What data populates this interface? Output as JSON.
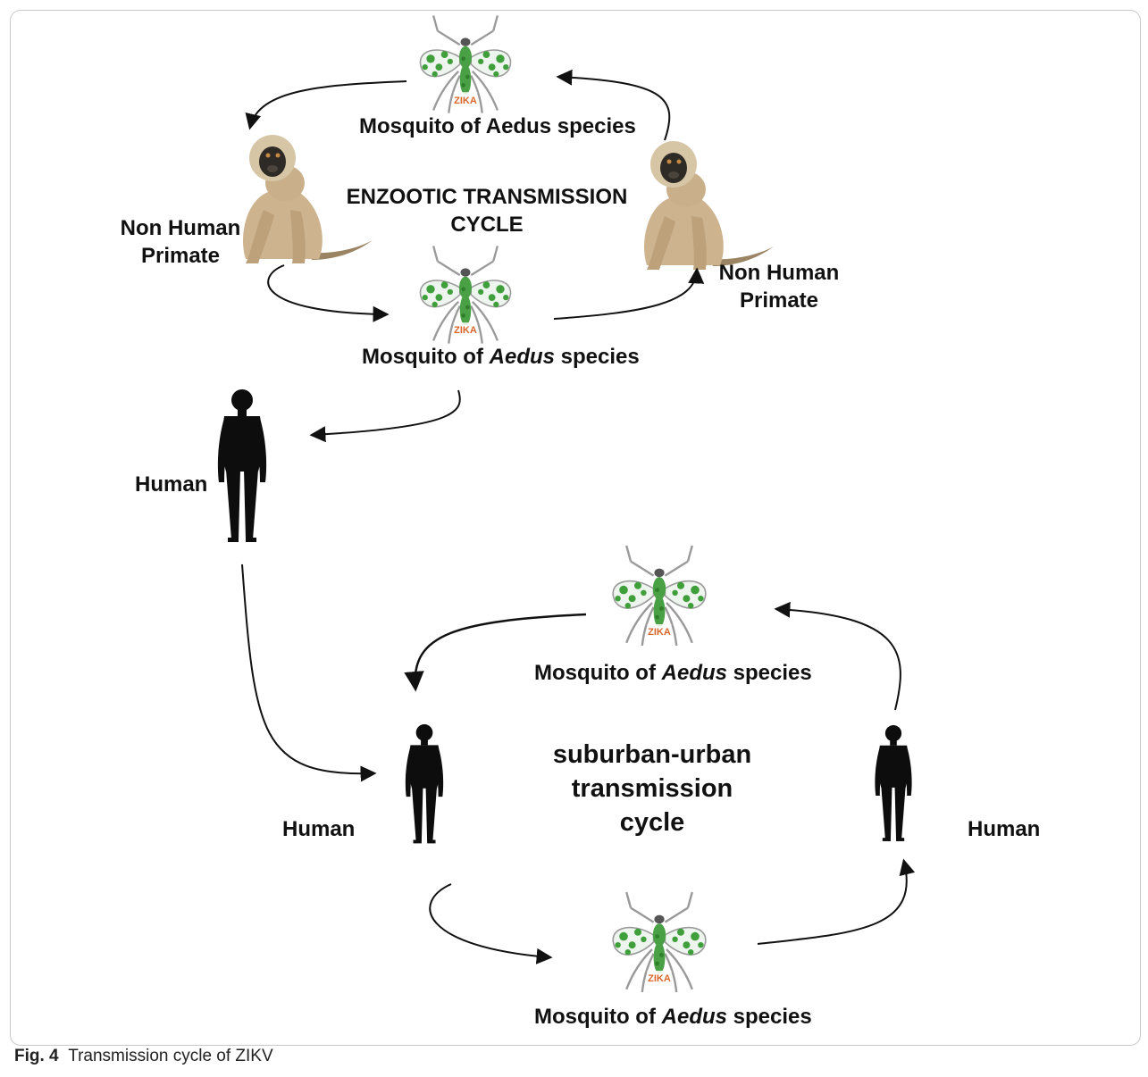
{
  "figure": {
    "caption_label": "Fig. 4",
    "caption_text": "Transmission cycle of ZIKV"
  },
  "enzootic": {
    "title_line1": "ENZOOTIC TRANSMISSION",
    "title_line2": "CYCLE",
    "mosquito_top": "Mosquito of Aedus species",
    "mosquito_bottom": {
      "pre": "Mosquito of ",
      "italic": "Aedus",
      "post": " species"
    },
    "primate_left": {
      "line1": "Non Human",
      "line2": "Primate"
    },
    "primate_right": {
      "line1": "Non Human",
      "line2": "Primate"
    }
  },
  "human_center": "Human",
  "urban": {
    "title_line1": "suburban-urban",
    "title_line2": "transmission",
    "title_line3": "cycle",
    "mosquito_top": {
      "pre": "Mosquito of ",
      "italic": "Aedus",
      "post": " species"
    },
    "mosquito_bottom": {
      "pre": "Mosquito of ",
      "italic": "Aedus",
      "post": " species"
    },
    "human_left": "Human",
    "human_right": "Human"
  },
  "mosquito_badge": "ZIKA",
  "colors": {
    "virus_green": "#3f9f3a",
    "badge_orange": "#d9662a",
    "silhouette": "#0d0d0d",
    "arrow": "#111111"
  },
  "icons": [
    "mosquito-icon",
    "monkey-icon",
    "human-silhouette-icon"
  ]
}
